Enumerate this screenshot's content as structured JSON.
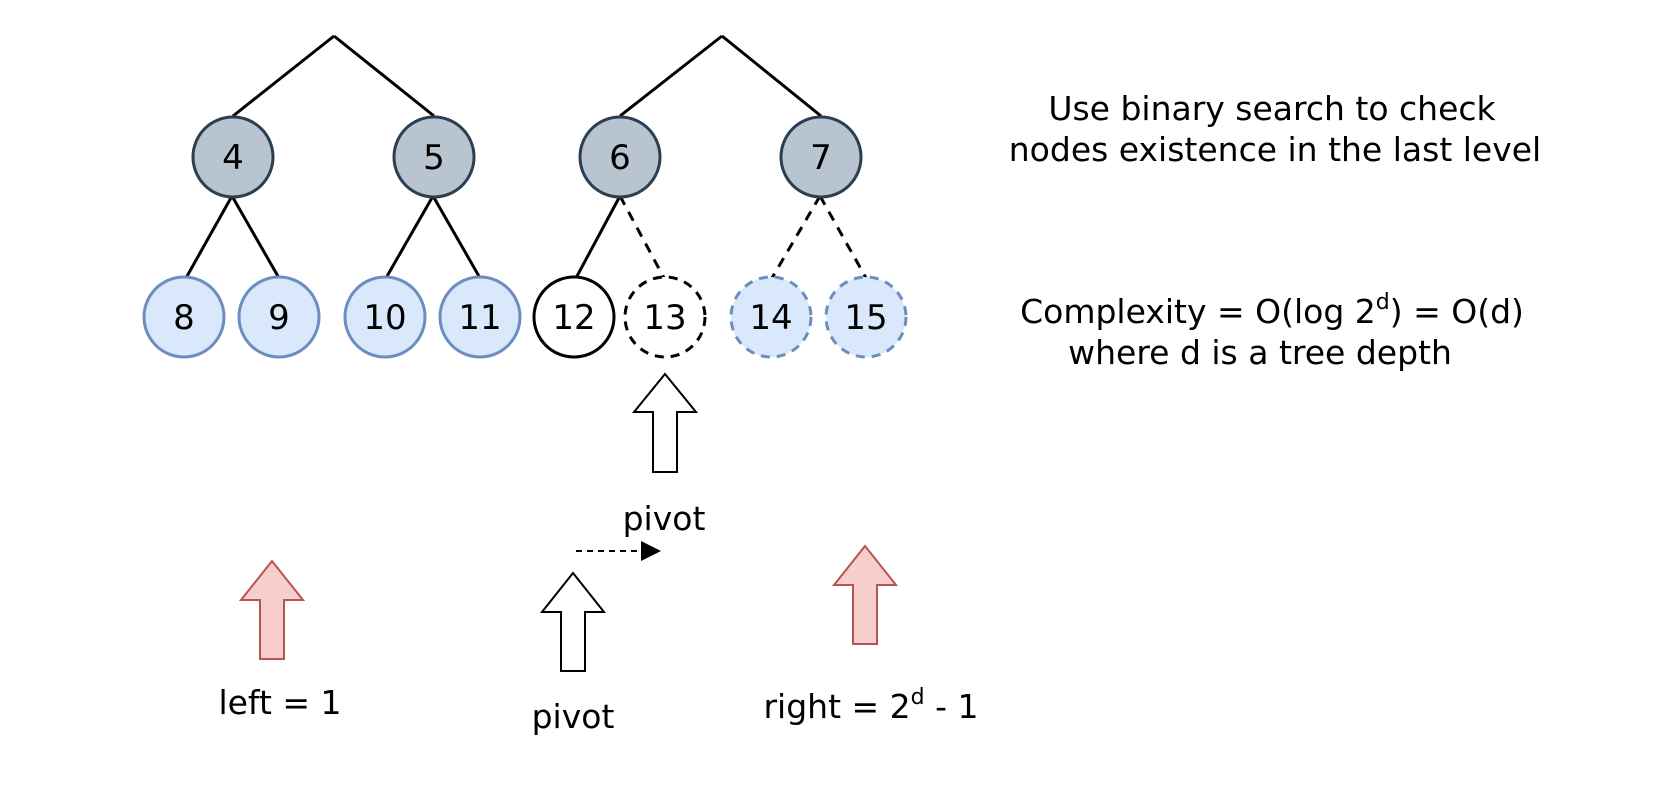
{
  "colors": {
    "internal_fill": "#b8c4cf",
    "internal_stroke": "#2c3f50",
    "leaf_fill": "#dae8fc",
    "leaf_stroke": "#6c8ebf",
    "arrow_red_fill": "#f8cecc",
    "arrow_red_stroke": "#b85450",
    "line": "#000000"
  },
  "nodes": {
    "n4": "4",
    "n5": "5",
    "n6": "6",
    "n7": "7",
    "n8": "8",
    "n9": "9",
    "n10": "10",
    "n11": "11",
    "n12": "12",
    "n13": "13",
    "n14": "14",
    "n15": "15"
  },
  "text": {
    "binary_search_line1": "Use binary search to check",
    "binary_search_line2": "nodes existence in the last level",
    "complexity_prefix": "Complexity = O(log 2",
    "complexity_sup": "d",
    "complexity_suffix": ") = O(d)",
    "complexity_line2": "where d is a tree depth",
    "pivot_upper": "pivot",
    "pivot_lower": "pivot",
    "left_label": "left = 1",
    "right_prefix": "right = 2",
    "right_sup": "d",
    "right_suffix": " - 1"
  }
}
